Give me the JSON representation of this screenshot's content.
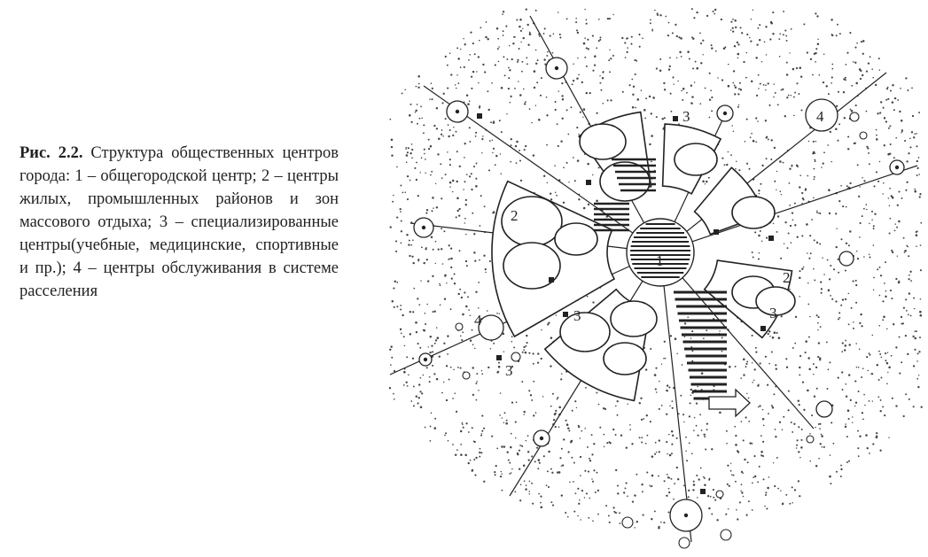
{
  "caption": {
    "label": "Рис. 2.2.",
    "text": " Структура общественных центров города: 1 – общегородской центр; 2 – центры жилых, промышленных районов и зон массового отдыха; 3 – специализированные центры(учебные, медицинские, спортивные и пр.); 4 – центры обслуживания в системе расселения"
  },
  "figure": {
    "center_label": "1",
    "district_labels": [
      "2",
      "2"
    ],
    "specialized_labels": [
      "3",
      "3",
      "3",
      "3"
    ],
    "settlement_labels": [
      "4",
      "4"
    ]
  },
  "colors": {
    "ink": "#222222",
    "background": "#ffffff"
  }
}
